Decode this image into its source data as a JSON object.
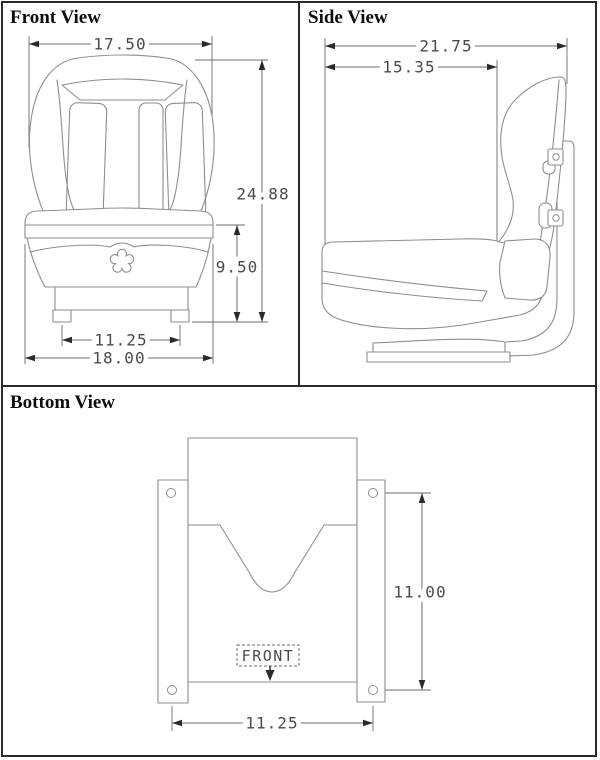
{
  "panels": {
    "front_view": {
      "title": "Front View",
      "dimensions": {
        "seat_width_top": "17.50",
        "overall_height": "24.88",
        "base_height": "9.50",
        "mount_spacing": "11.25",
        "seat_width_bottom": "18.00"
      }
    },
    "side_view": {
      "title": "Side View",
      "dimensions": {
        "overall_depth": "21.75",
        "cushion_depth": "15.35"
      }
    },
    "bottom_view": {
      "title": "Bottom View",
      "front_label": "FRONT",
      "dimensions": {
        "mount_length": "11.00",
        "mount_width": "11.25"
      }
    }
  },
  "colors": {
    "background": "#ffffff",
    "panel_border": "#2a2a2a",
    "drawing_outline": "#8e8e8e",
    "dimension_line": "#6b6b6b",
    "dimension_text": "#4a4a4a",
    "arrowhead": "#2a2a2a"
  }
}
